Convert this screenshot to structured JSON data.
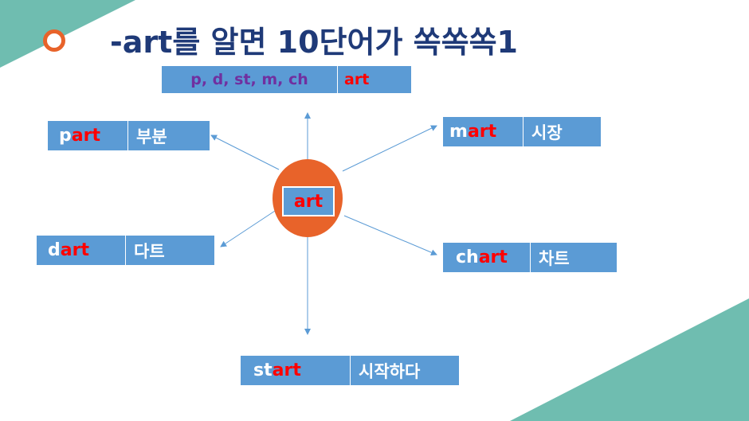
{
  "title": "-art를 알면 10단어가 쏙쏙쏙1",
  "banner": {
    "prefixes": "p, d, st, m, ch",
    "root": "art"
  },
  "center": {
    "root": "art"
  },
  "colors": {
    "accent": "#e8632a",
    "box": "#5b9bd5",
    "root_text": "#ff0000",
    "title": "#1f3a78",
    "prefix_list": "#7030a0",
    "corner": "#6fbdb0"
  },
  "words": {
    "part": {
      "prefix": "p",
      "root": "art",
      "meaning": "부분"
    },
    "mart": {
      "prefix": "m",
      "root": "art",
      "meaning": "시장"
    },
    "dart": {
      "prefix": "d",
      "root": "art",
      "meaning": "다트"
    },
    "chart": {
      "prefix": "ch",
      "root": "art",
      "meaning": "차트"
    },
    "start": {
      "prefix": "st",
      "root": "art",
      "meaning": "시작하다"
    }
  }
}
